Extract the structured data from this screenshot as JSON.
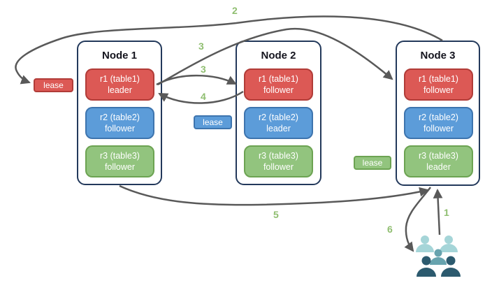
{
  "nodes": [
    {
      "title": "Node 1",
      "replicas": [
        {
          "label": "r1 (table1)",
          "role": "leader",
          "color": "red"
        },
        {
          "label": "r2 (table2)",
          "role": "follower",
          "color": "blue"
        },
        {
          "label": "r3 (table3)",
          "role": "follower",
          "color": "green"
        }
      ]
    },
    {
      "title": "Node 2",
      "replicas": [
        {
          "label": "r1 (table1)",
          "role": "follower",
          "color": "red"
        },
        {
          "label": "r2 (table2)",
          "role": "leader",
          "color": "blue"
        },
        {
          "label": "r3 (table3)",
          "role": "follower",
          "color": "green"
        }
      ]
    },
    {
      "title": "Node 3",
      "replicas": [
        {
          "label": "r1 (table1)",
          "role": "follower",
          "color": "red"
        },
        {
          "label": "r2 (table2)",
          "role": "follower",
          "color": "blue"
        },
        {
          "label": "r3 (table3)",
          "role": "leader",
          "color": "green"
        }
      ]
    }
  ],
  "leases": [
    {
      "label": "lease",
      "color": "red"
    },
    {
      "label": "lease",
      "color": "blue"
    },
    {
      "label": "lease",
      "color": "green"
    }
  ],
  "steps": {
    "s1": "1",
    "s2": "2",
    "s3": "3",
    "s4": "4",
    "s5": "5",
    "s6": "6"
  },
  "colors": {
    "replica_red": "#DC5955",
    "replica_red_border": "#B13C38",
    "replica_blue": "#5C9CD9",
    "replica_blue_border": "#3D74AE",
    "replica_green": "#92C47E",
    "replica_green_border": "#6CA352",
    "node_border": "#23395B",
    "arrow": "#595959",
    "step_label": "#8FBE70",
    "users_back": "#A5D5D8",
    "users_center": "#67A3AE",
    "users_front": "#2C5A6E"
  }
}
